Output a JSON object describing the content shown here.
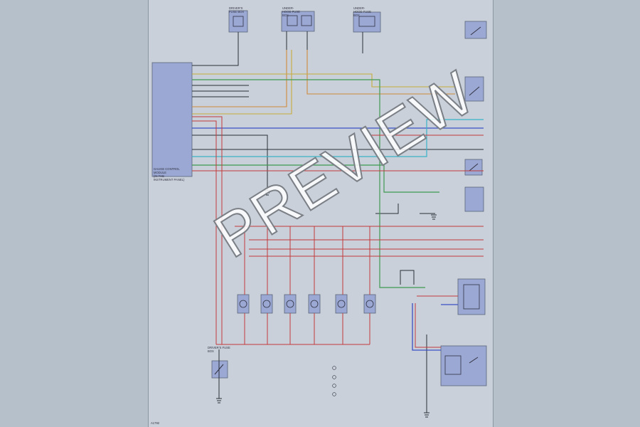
{
  "colors": {
    "red": "#c43a3a",
    "orange": "#d08a3c",
    "yellow": "#c7ad3b",
    "green": "#3f9a52",
    "blue": "#3a4fc4",
    "cyan": "#39b3c7",
    "black": "#2a2f38",
    "box": "#9aa8d3"
  },
  "labels": {
    "top_left_fuse": "DRIVER'S\nFUSE BOX",
    "top_mid_fuse": "UNDER-\nHOOD FUSE\nBOX",
    "top_right_fuse": "UNDER-\nHOOD FUSE\nBOX",
    "gauge_control_module": "GAUGE CONTROL\nMODULE\n(IN THE\nINSTRUMENT PANEL)",
    "left_relay_note": "DRIVER'S FUSE\nBOX",
    "footer_code": "A1792"
  },
  "watermark": "PREVIEW"
}
